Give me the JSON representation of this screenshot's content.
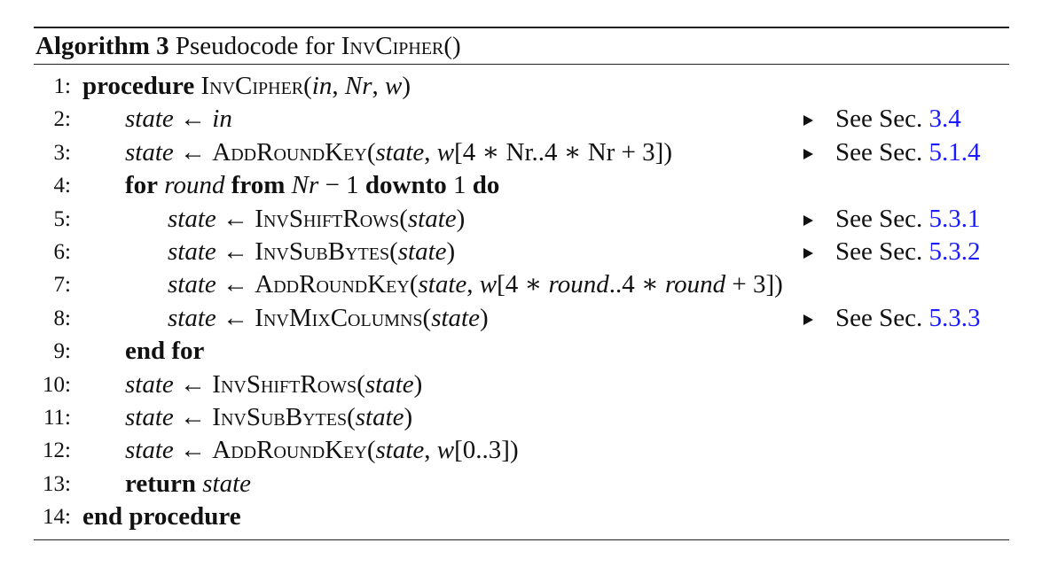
{
  "caption": {
    "label": "Algorithm 3",
    "text": "Pseudocode for",
    "name": "InvCipher",
    "parens": "()"
  },
  "lines": [
    {
      "num": "1:"
    },
    {
      "num": "2:",
      "comment": {
        "prefix": "See Sec.",
        "ref": "3.4"
      }
    },
    {
      "num": "3:",
      "comment": {
        "prefix": "See Sec.",
        "ref": "5.1.4"
      }
    },
    {
      "num": "4:"
    },
    {
      "num": "5:",
      "comment": {
        "prefix": "See Sec.",
        "ref": "5.3.1"
      }
    },
    {
      "num": "6:",
      "comment": {
        "prefix": "See Sec.",
        "ref": "5.3.2"
      }
    },
    {
      "num": "7:"
    },
    {
      "num": "8:",
      "comment": {
        "prefix": "See Sec.",
        "ref": "5.3.3"
      }
    },
    {
      "num": "9:"
    },
    {
      "num": "10:"
    },
    {
      "num": "11:"
    },
    {
      "num": "12:"
    },
    {
      "num": "13:"
    },
    {
      "num": "14:"
    }
  ],
  "kw": {
    "procedure": "procedure",
    "for": "for",
    "from": "from",
    "downto": "downto",
    "do": "do",
    "end_for": "end for",
    "return": "return",
    "end_procedure": "end procedure"
  },
  "vars": {
    "state": "state",
    "in": "in",
    "nr": "Nr",
    "w": "w",
    "round": "round",
    "arrow": "←"
  },
  "funcs": {
    "inv_cipher": "InvCipher",
    "add_round_key": "AddRoundKey",
    "inv_shift_rows": "InvShiftRows",
    "inv_sub_bytes": "InvSubBytes",
    "inv_mix_columns": "InvMixColumns"
  },
  "expr": {
    "l1_args_open": "(",
    "l1_sep": ", ",
    "l1_close": ")",
    "l3_idx": "[4 ∗ Nr..4 ∗ Nr + 3])",
    "l4_minus": " − 1 ",
    "l4_one": "1",
    "l7_idx_a": "[4 ∗ ",
    "l7_idx_b": "..4 ∗ ",
    "l7_idx_c": " + 3])",
    "l12_idx": "[0..3])",
    "open": "(",
    "close": ")",
    "comma": ", "
  }
}
